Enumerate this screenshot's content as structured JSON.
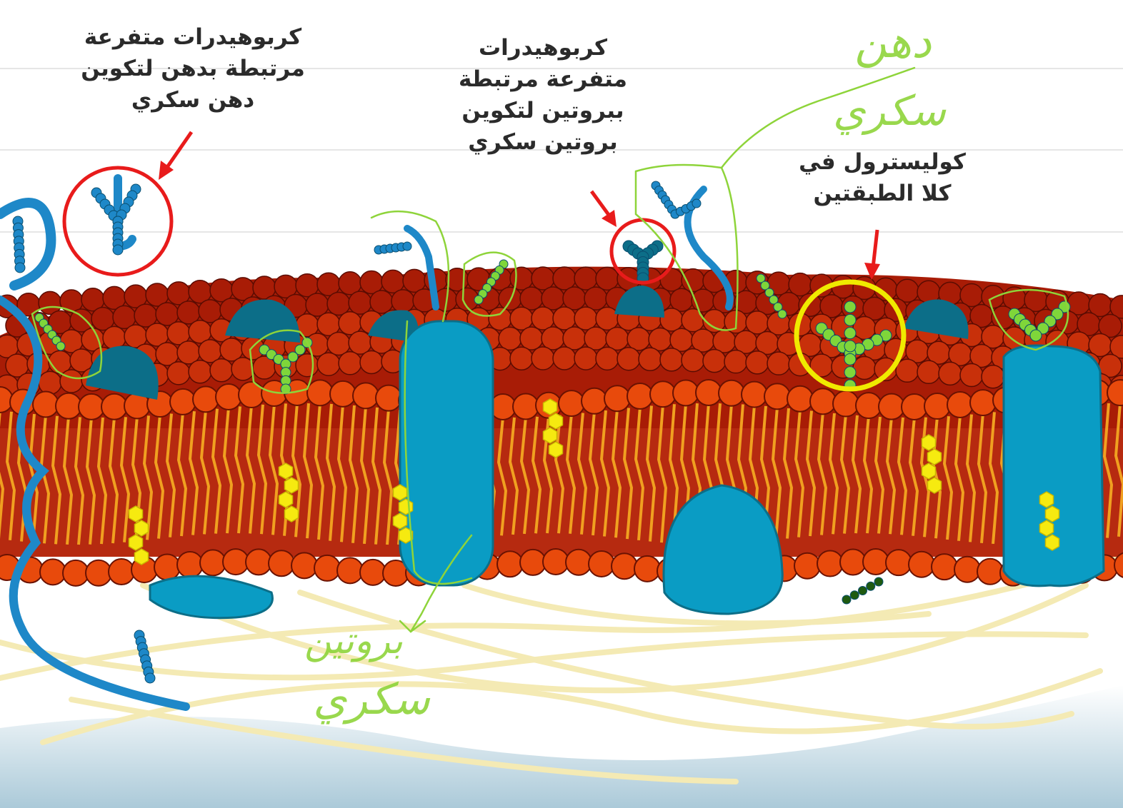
{
  "labels": {
    "glycolipid": {
      "lines": [
        "كربوهيدرات متفرعة",
        "مرتبطة بدهن لتكوين",
        "دهن سكري"
      ]
    },
    "glycoprotein": {
      "lines": [
        "كربوهيدرات",
        "متفرعة مرتبطة",
        "ببروتين لتكوين",
        "بروتين سكري"
      ]
    },
    "cholesterol": {
      "lines": [
        "كوليسترول في",
        "كلا الطبقتين"
      ]
    }
  },
  "handwriting": {
    "top_right": [
      "دهن",
      "سكري"
    ],
    "bottom_center": [
      "بروتين",
      "سكري"
    ]
  },
  "colors": {
    "phospholipid_head": "#e84a0c",
    "phospholipid_head_back": "#a81c06",
    "tail": "#f0a020",
    "protein": "#0a9cc4",
    "protein_dark": "#0c6e88",
    "carb_chain": "#1e88c8",
    "cholesterol": "#f6ea10",
    "glycolipid_green": "#7fd63a",
    "annotation_red": "#e81b1b",
    "annotation_yellow": "#f0ea00",
    "pen_green": "#8ed43a",
    "cytoskeleton": "#f4eab4"
  }
}
